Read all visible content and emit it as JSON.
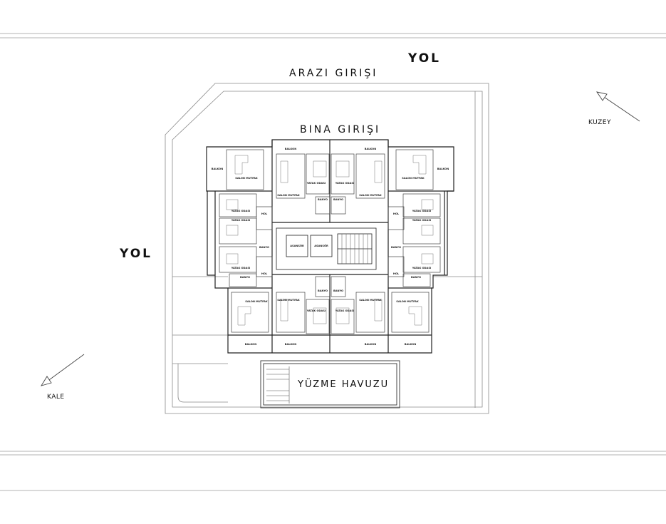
{
  "labels": {
    "road_top": "YOL",
    "road_left": "YOL",
    "site_entrance": "ARAZI GIRIŞI",
    "building_entrance": "BINA GIRIŞI",
    "pool": "YÜZME HAVUZU",
    "north": "KUZEY",
    "castle": "KALE"
  },
  "rooms": {
    "balcony": "BALKON",
    "living_kitchen": "SALON MUTFAK",
    "bedroom": "YATAK ODASI",
    "bathroom": "BANYO",
    "corridor": "HOL",
    "elevator": "ASANSÖR"
  },
  "colors": {
    "line": "#333333",
    "light_line": "#9a9a9a",
    "background": "#ffffff"
  }
}
